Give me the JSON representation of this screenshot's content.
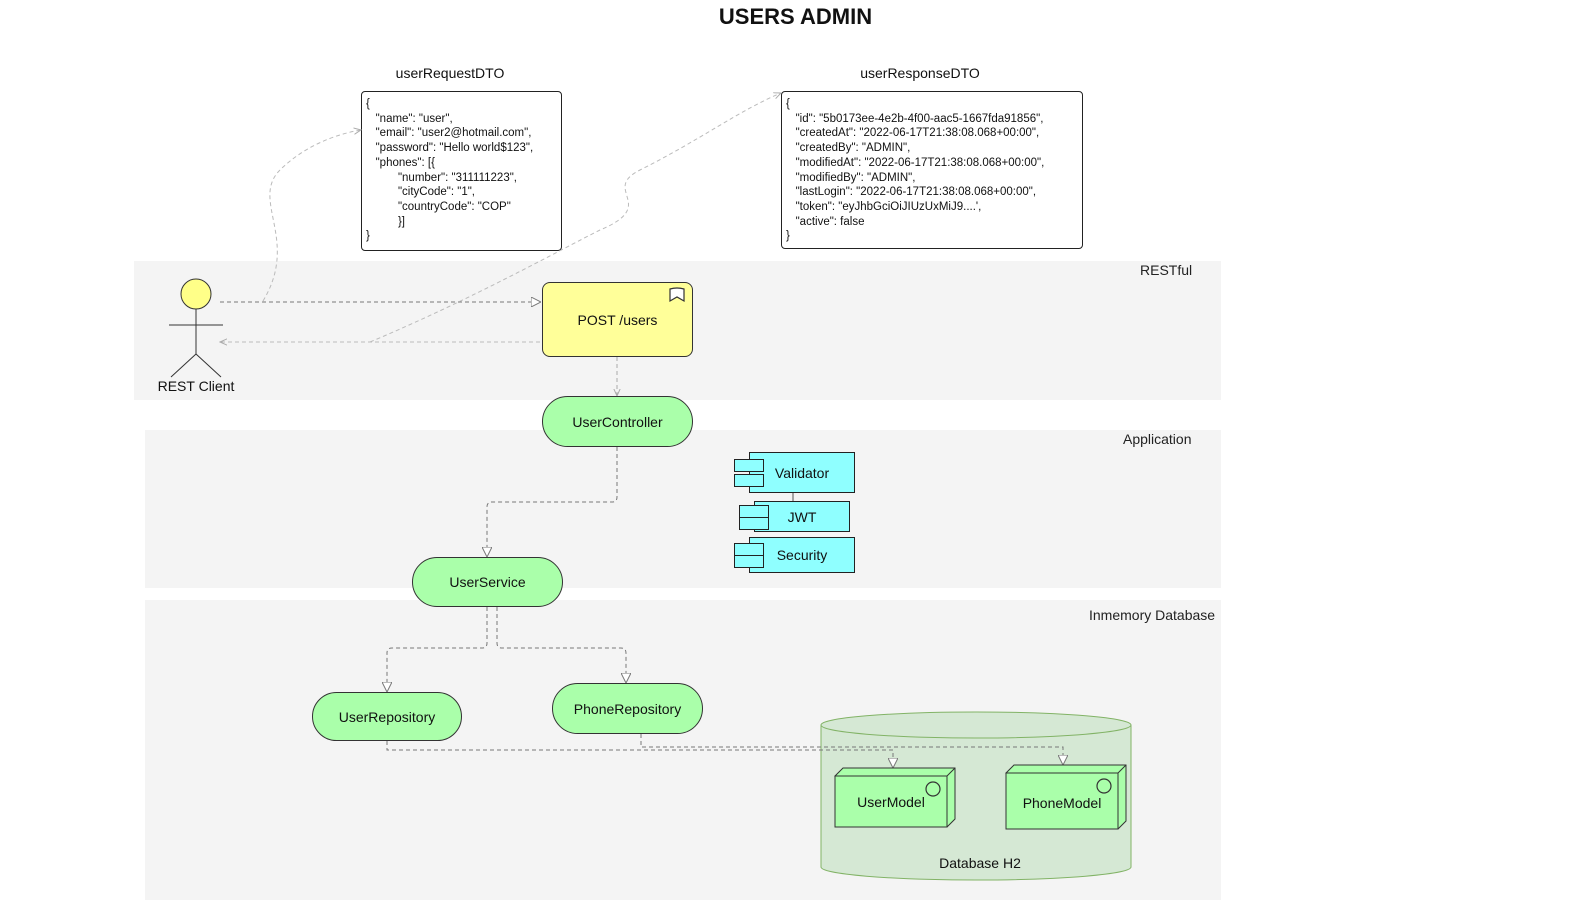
{
  "title": "USERS ADMIN",
  "lanes": {
    "restful": "RESTful",
    "application": "Application",
    "database": "Inmemory Database"
  },
  "dto": {
    "request_label": "userRequestDTO",
    "request_body": "{\n   \"name\": \"user\",\n   \"email\": \"user2@hotmail.com\",\n   \"password\": \"Hello world$123\",\n   \"phones\": [{\n          \"number\": \"311111223\",\n          \"cityCode\": \"1\",\n          \"countryCode\": \"COP\"\n          }]\n}",
    "response_label": "userResponseDTO",
    "response_body": "{\n   \"id\": \"5b0173ee-4e2b-4f00-aac5-1667fda91856\",\n   \"createdAt\": \"2022-06-17T21:38:08.068+00:00\",\n   \"createdBy\": \"ADMIN\",\n   \"modifiedAt\": \"2022-06-17T21:38:08.068+00:00\",\n   \"modifiedBy\": \"ADMIN\",\n   \"lastLogin\": \"2022-06-17T21:38:08.068+00:00\",\n   \"token\": \"eyJhbGciOiJIUzUxMiJ9....',\n   \"active\": false\n}"
  },
  "actor": "REST Client",
  "service": "POST /users",
  "components": {
    "user_controller": "UserController",
    "user_service": "UserService",
    "user_repository": "UserRepository",
    "phone_repository": "PhoneRepository",
    "validator": "Validator",
    "jwt": "JWT",
    "security": "Security"
  },
  "database": {
    "label": "Database H2",
    "user_model": "UserModel",
    "phone_model": "PhoneModel"
  },
  "colors": {
    "terminal_fill": "#aaffaa",
    "service_fill": "#ffff99",
    "component_fill": "#8fffff",
    "lane_fill": "#f4f4f4",
    "database_fill": "#d5e8d4"
  }
}
